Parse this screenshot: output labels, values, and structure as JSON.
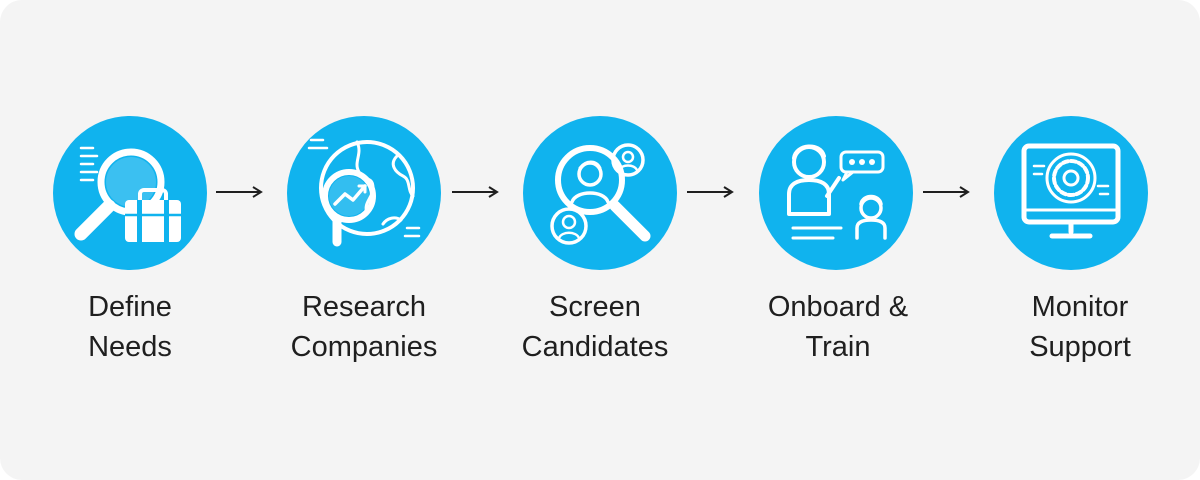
{
  "colors": {
    "background": "#f4f4f4",
    "circle": "#10b3ee",
    "icon": "#ffffff",
    "text": "#1f1f1f",
    "arrow": "#1f1f1f"
  },
  "steps": [
    {
      "line1": "Define",
      "line2": "Needs",
      "icon": "magnifier-briefcase-icon"
    },
    {
      "line1": "Research",
      "line2": "Companies",
      "icon": "globe-magnifier-chart-icon"
    },
    {
      "line1": "Screen",
      "line2": "Candidates",
      "icon": "candidate-search-icon"
    },
    {
      "line1": "Onboard &",
      "line2": "Train",
      "icon": "trainer-chat-icon"
    },
    {
      "line1": "Monitor",
      "line2": "Support",
      "icon": "monitor-gear-icon"
    }
  ]
}
